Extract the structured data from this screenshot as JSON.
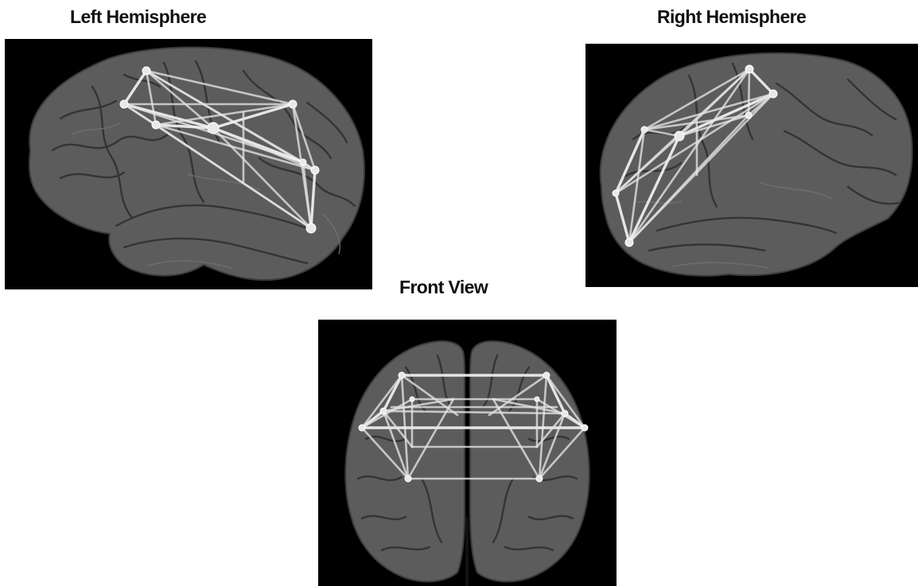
{
  "titles": {
    "left": "Left Hemisphere",
    "right": "Right Hemisphere",
    "front": "Front View"
  },
  "colors": {
    "panel_background": "#000000",
    "brain_surface": "#5c5c5c",
    "network_edges": "#e4e4e4"
  }
}
